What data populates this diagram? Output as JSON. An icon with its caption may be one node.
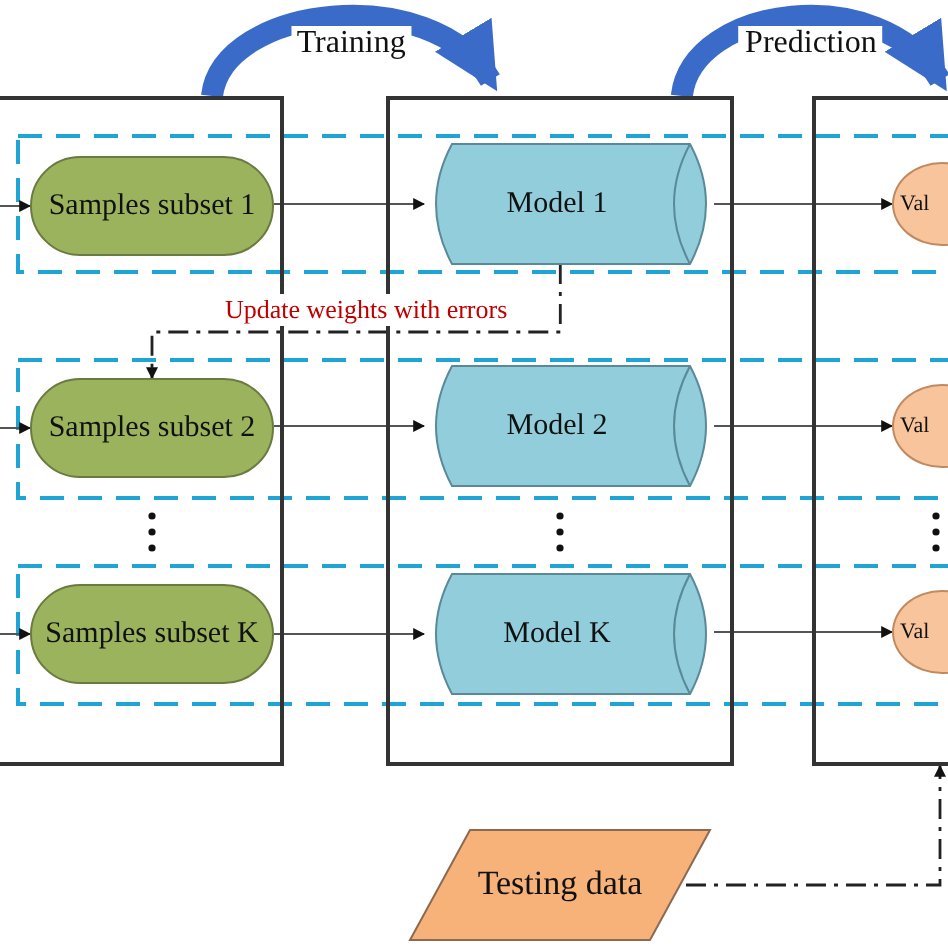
{
  "diagram": {
    "nodes": [
      {
        "text": [],
        "shape": "box"
      },
      {
        "text": [],
        "shape": "box"
      },
      {
        "text": [],
        "shape": "box"
      },
      {
        "text": [
          "Samples subset 1"
        ],
        "in": 0
      },
      {
        "text": [
          "Model 1"
        ],
        "in": 1
      },
      {
        "text": [
          "Val"
        ],
        "in": 2
      },
      {
        "text": [
          "Samples subset 2"
        ],
        "in": 0
      },
      {
        "text": [
          "Model 2"
        ],
        "in": 1
      },
      {
        "text": [
          "Val"
        ],
        "in": 2
      },
      {
        "text": [
          "Samples subset K"
        ],
        "in": 0
      },
      {
        "text": [
          "Model K"
        ],
        "in": 1
      },
      {
        "text": [
          "Val"
        ],
        "in": 2
      },
      {
        "text": [
          "Testing data"
        ]
      }
    ],
    "edges": [
      {
        "from": 0,
        "to": 1,
        "arrow": "to",
        "label": "Training",
        "style": "thick",
        "color": "#3a6bc8"
      },
      {
        "from": 1,
        "to": 2,
        "arrow": "to",
        "label": "Prediction",
        "style": "thick",
        "color": "#3a6bc8"
      },
      {
        "from": null,
        "to": 3,
        "arrow": "to"
      },
      {
        "from": 3,
        "to": 4,
        "arrow": "to"
      },
      {
        "from": 4,
        "to": 5,
        "arrow": "to"
      },
      {
        "from": null,
        "to": 6,
        "arrow": "to"
      },
      {
        "from": 6,
        "to": 7,
        "arrow": "to"
      },
      {
        "from": 7,
        "to": 8,
        "arrow": "to"
      },
      {
        "from": null,
        "to": 9,
        "arrow": "to"
      },
      {
        "from": 9,
        "to": 10,
        "arrow": "to"
      },
      {
        "from": 10,
        "to": 11,
        "arrow": "to"
      },
      {
        "from": 4,
        "to": 6,
        "arrow": "to",
        "label": "Update weights with errors",
        "style": "dashed"
      },
      {
        "from": 12,
        "to": 2,
        "arrow": "to",
        "style": "dashed"
      }
    ]
  }
}
